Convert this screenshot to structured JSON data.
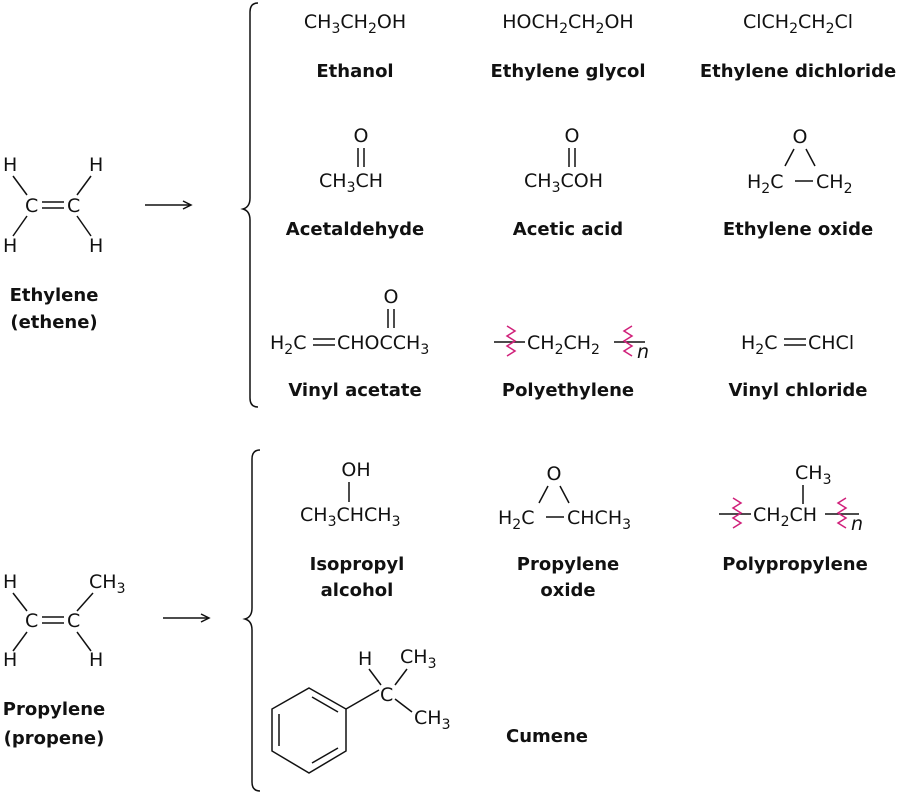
{
  "ethylene": {
    "name": "Ethylene",
    "alt_name": "(ethene)",
    "atoms": {
      "c": "C",
      "h": "H"
    },
    "products": {
      "ethanol": {
        "formula": {
          "a": "CH",
          "a2": "3",
          "b": "CH",
          "b2": "2",
          "c": "OH"
        },
        "name": "Ethanol"
      },
      "ethylene_glycol": {
        "formula": {
          "a": "HOCH",
          "a2": "2",
          "b": "CH",
          "b2": "2",
          "c": "OH"
        },
        "name": "Ethylene glycol"
      },
      "ethylene_dichloride": {
        "formula": {
          "a": "ClCH",
          "a2": "2",
          "b": "CH",
          "b2": "2",
          "c": "Cl"
        },
        "name": "Ethylene dichloride"
      },
      "acetaldehyde": {
        "o": "O",
        "formula": {
          "a": "CH",
          "a2": "3",
          "b": "CH"
        },
        "name": "Acetaldehyde"
      },
      "acetic_acid": {
        "o": "O",
        "formula": {
          "a": "CH",
          "a2": "3",
          "b": "COH"
        },
        "name": "Acetic acid"
      },
      "ethylene_oxide": {
        "o": "O",
        "left": {
          "a": "H",
          "a2": "2",
          "b": "C"
        },
        "right": {
          "a": "CH",
          "a2": "2"
        },
        "name": "Ethylene oxide"
      },
      "vinyl_acetate": {
        "o": "O",
        "left": {
          "a": "H",
          "a2": "2",
          "b": "C"
        },
        "right": {
          "a": "CHOCCH",
          "a2": "3"
        },
        "name": "Vinyl acetate"
      },
      "polyethylene": {
        "formula": {
          "a": "CH",
          "a2": "2",
          "b": "CH",
          "b2": "2"
        },
        "n": "n",
        "name": "Polyethylene"
      },
      "vinyl_chloride": {
        "left": {
          "a": "H",
          "a2": "2",
          "b": "C"
        },
        "right": {
          "a": "CHCl"
        },
        "name": "Vinyl chloride"
      }
    }
  },
  "propylene": {
    "name": "Propylene",
    "alt_name": "(propene)",
    "atoms": {
      "c": "C",
      "h": "H",
      "ch3": "CH",
      "ch3_sub": "3"
    },
    "products": {
      "isopropyl_alcohol": {
        "oh": "OH",
        "formula": {
          "a": "CH",
          "a2": "3",
          "b": "CHCH",
          "b2": "3"
        },
        "name_line1": "Isopropyl",
        "name_line2": "alcohol"
      },
      "propylene_oxide": {
        "o": "O",
        "left": {
          "a": "H",
          "a2": "2",
          "b": "C"
        },
        "right": {
          "a": "CHCH",
          "a2": "3"
        },
        "name_line1": "Propylene",
        "name_line2": "oxide"
      },
      "polypropylene": {
        "top": {
          "a": "CH",
          "a2": "3"
        },
        "formula": {
          "a": "CH",
          "a2": "2",
          "b": "CH"
        },
        "n": "n",
        "name": "Polypropylene"
      },
      "cumene": {
        "h": "H",
        "c": "C",
        "ch3": "CH",
        "ch3_sub": "3",
        "name": "Cumene"
      }
    }
  },
  "colors": {
    "ink": "#111111",
    "polymer_break": "#d0207a"
  }
}
